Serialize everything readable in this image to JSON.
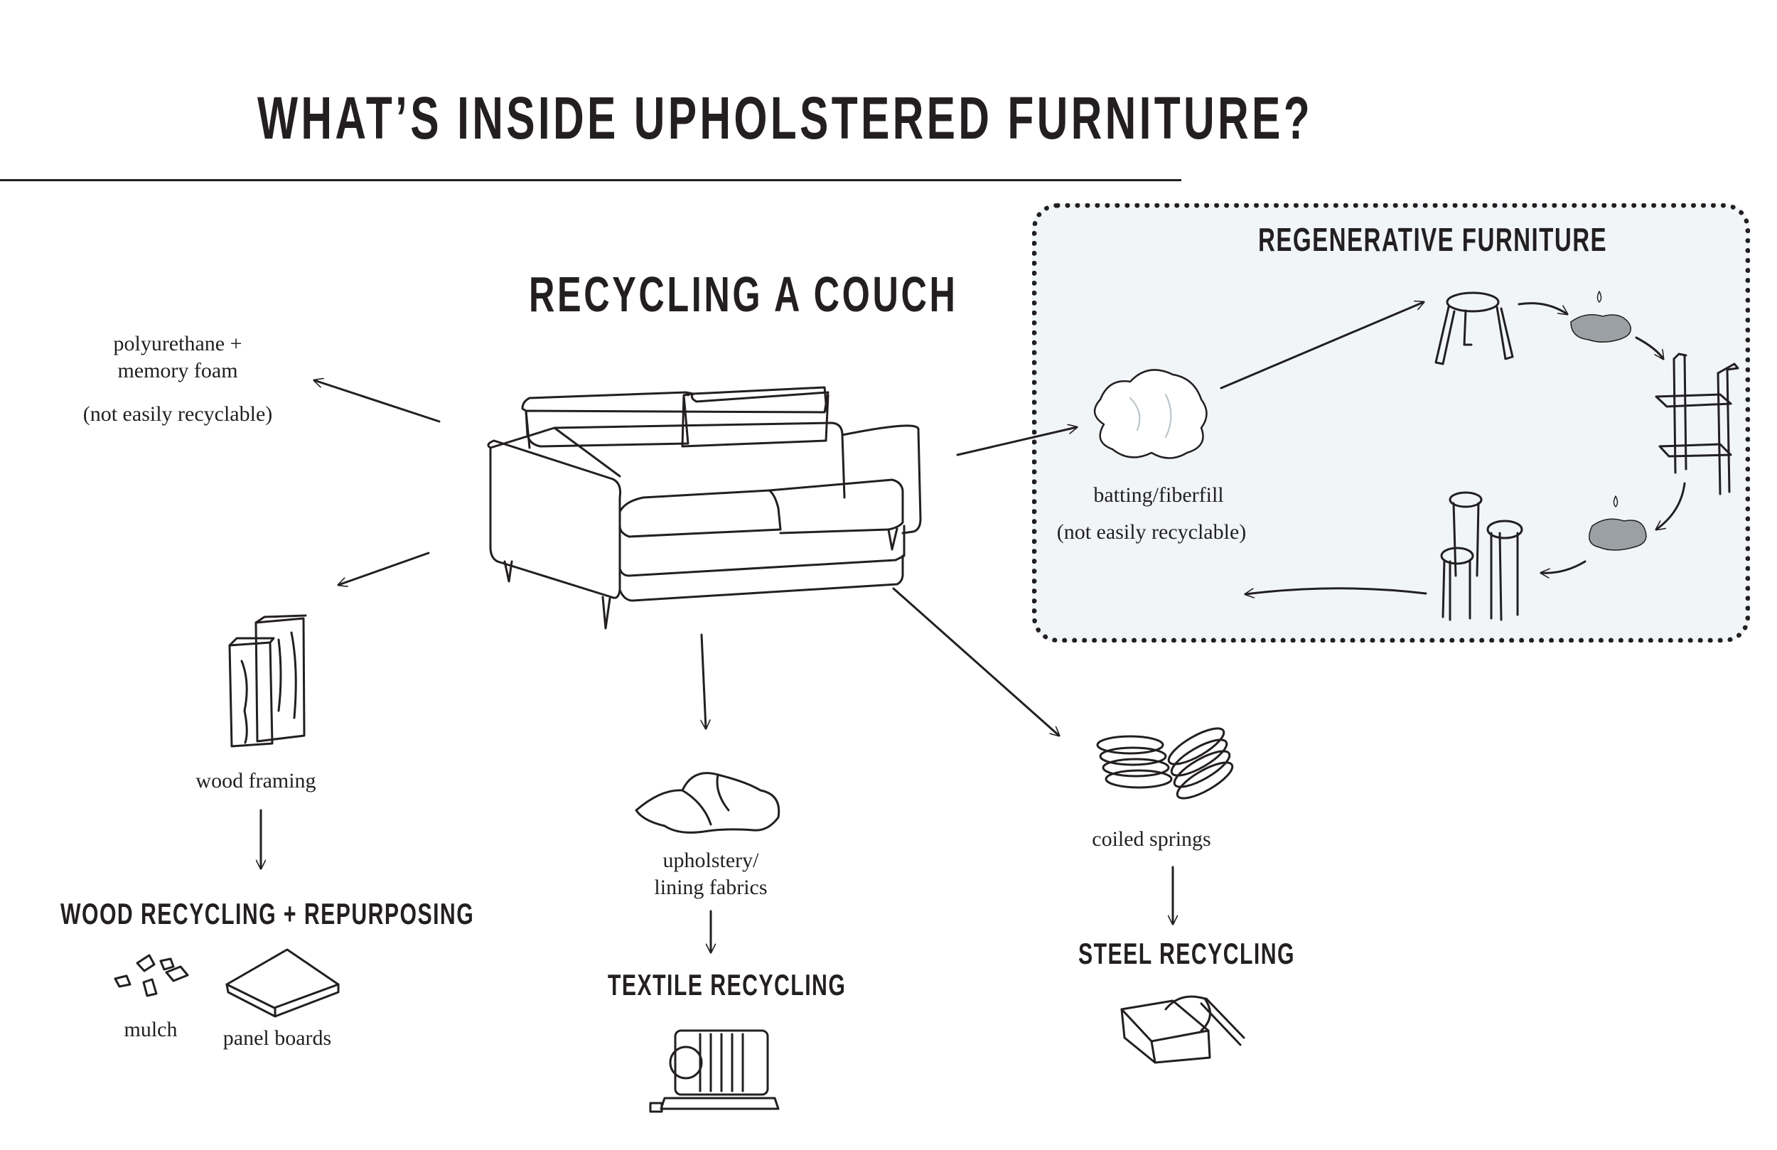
{
  "title": "WHAT’S INSIDE UPHOLSTERED FURNITURE?",
  "subtitle": "RECYCLING A COUCH",
  "regenerative": {
    "title": "REGENERATIVE FURNITURE",
    "batting_label": "batting/fiberfill",
    "batting_note": "(not easily recyclable)"
  },
  "foam": {
    "label_line1": "polyurethane +",
    "label_line2": "memory foam",
    "note": "(not easily recyclable)"
  },
  "wood": {
    "label": "wood framing",
    "heading": "WOOD RECYCLING + REPURPOSING",
    "mulch": "mulch",
    "panel": "panel boards"
  },
  "textile": {
    "label_line1": "upholstery/",
    "label_line2": "lining fabrics",
    "heading": "TEXTILE RECYCLING"
  },
  "steel": {
    "label": "coiled springs",
    "heading": "STEEL RECYCLING"
  },
  "colors": {
    "ink": "#231f20",
    "regen_background": "#f1f5f7"
  }
}
